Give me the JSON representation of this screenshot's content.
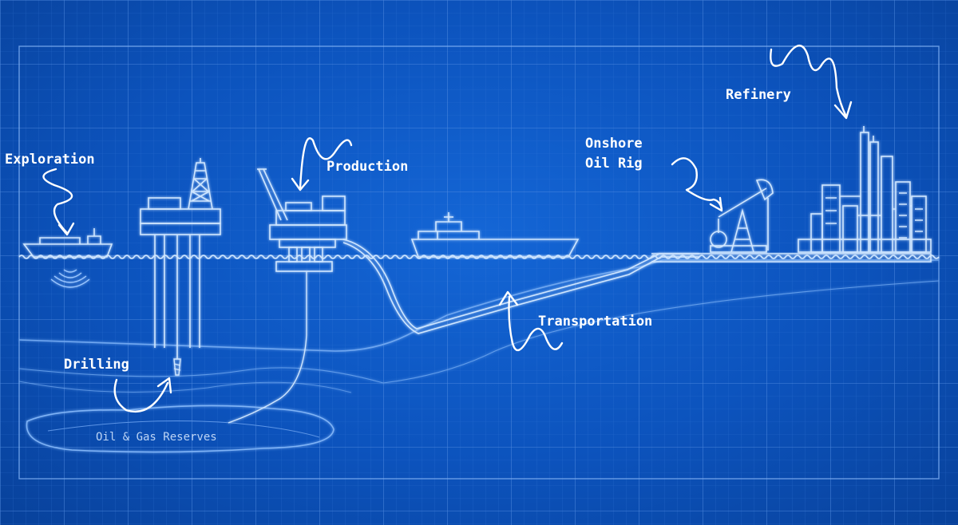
{
  "colors": {
    "background": "#0c53bd",
    "grid_major": "#5d95e6",
    "grid_minor": "#3a7bd8",
    "line": "#cfe6ff",
    "line_faint": "#6fa7f0",
    "label": "#ffffff"
  },
  "labels": {
    "exploration": "Exploration",
    "production": "Production",
    "refinery": "Refinery",
    "onshore_line1": "Onshore",
    "onshore_line2": "Oil Rig",
    "drilling": "Drilling",
    "transportation": "Transportation",
    "reserves": "Oil & Gas Reserves"
  },
  "icons": [
    "survey-ship-icon",
    "drilling-rig-icon",
    "production-platform-icon",
    "tanker-ship-icon",
    "pumpjack-icon",
    "refinery-icon",
    "sonar-icon",
    "drill-bit-icon",
    "pipeline-icon"
  ]
}
